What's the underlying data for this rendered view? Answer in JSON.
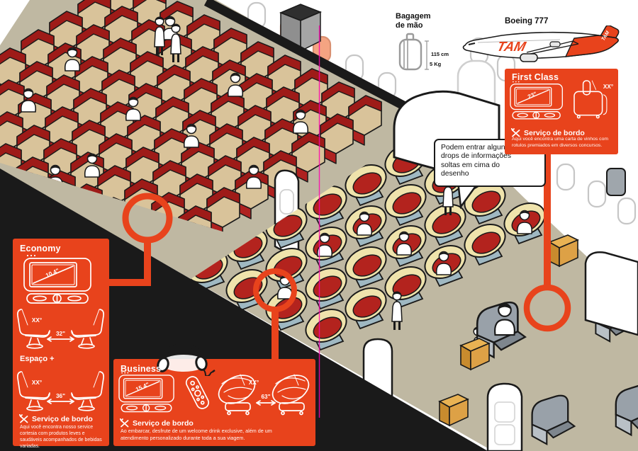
{
  "header": {
    "baggage_title_line1": "Bagagem",
    "baggage_title_line2": "de mão",
    "baggage_height": "115 cm",
    "baggage_weight": "5 Kg",
    "aircraft_model": "Boeing 777",
    "airline": "TAM"
  },
  "note_bubble": {
    "text": "Podem entrar alguns drops de informações soltas em cima do desenho"
  },
  "panels": {
    "economy": {
      "title": "Economy",
      "screen_size": "10.4\"",
      "recline": "XX°",
      "pitch": "32\"",
      "space_plus_title": "Espaço +",
      "space_plus_recline": "XX°",
      "space_plus_pitch": "36\"",
      "service_title": "Serviço de bordo",
      "service_text": "Aqui você encontra nosso service cortesia com produtos leves e saudáveis acompanhados de bebidas variadas."
    },
    "business": {
      "title": "Business",
      "screen_size": "15.4\"",
      "recline": "XX°",
      "pitch": "63\"",
      "service_title": "Serviço de bordo",
      "service_text": "Ao embarcar, desfrute de um welcome drink exclusive, além de um atendimento personalizado durante toda a sua viagem."
    },
    "first_class": {
      "title": "First Class",
      "screen_size": "23\"",
      "recline": "XX°",
      "service_title": "Serviço de bordo",
      "service_text": "Aqui você encontra uma carta de vinhos com rotulos premiados em diversos concursos."
    }
  },
  "colors": {
    "accent_red": "#E8431C",
    "seat_red": "#A81E1C",
    "seat_beige": "#D9C39A",
    "armrest_blue": "#B5D2DD",
    "pod_cream": "#EFE3AC",
    "floor_khaki": "#BFB8A2",
    "wood_tan": "#DDA146",
    "first_class_gray": "#99A1A9",
    "guide_magenta": "#FF00AE"
  }
}
